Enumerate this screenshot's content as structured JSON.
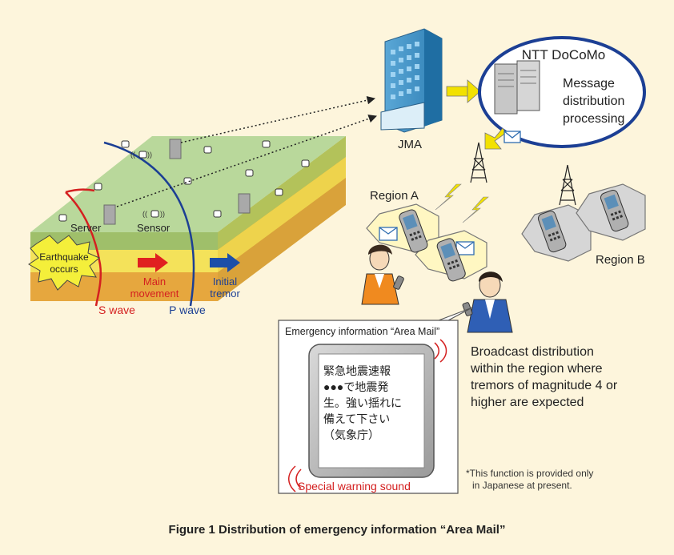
{
  "diagram": {
    "caption": "Figure 1  Distribution of emergency information “Area Mail”",
    "terrain": {
      "earthquake_label_1": "Earthquake",
      "earthquake_label_2": "occurs",
      "server_label": "Server",
      "sensor_label": "Sensor",
      "main_movement_1": "Main",
      "main_movement_2": "movement",
      "initial_tremor_1": "Initial",
      "initial_tremor_2": "tremor",
      "s_wave_label": "S wave",
      "p_wave_label": "P wave"
    },
    "jma_label": "JMA",
    "docomo": {
      "title": "NTT DoCoMo",
      "line1": "Message",
      "line2": "distribution",
      "line3": "processing"
    },
    "region_a_label": "Region A",
    "region_b_label": "Region B",
    "phone_screen": {
      "header": "Emergency information “Area Mail”",
      "line1": "緊急地震速報",
      "line2": "●●●で地震発",
      "line3": "生。強い揺れに",
      "line4": "備えて下さい",
      "line5": "（気象庁）",
      "warning_sound": "Special warning sound"
    },
    "broadcast": {
      "line1": "Broadcast distribution",
      "line2": "within the region where",
      "line3": "tremors of magnitude 4 or",
      "line4": "higher are expected"
    },
    "footnote": {
      "line1": "*This function is provided only",
      "line2": "in Japanese at present."
    },
    "colors": {
      "panel": "#fdf5dc",
      "s_wave": "#d42020",
      "p_wave": "#1c3f94",
      "cloud_border": "#1c3f94",
      "terrain_top": "#b9d89b",
      "arrow_yellow": "#f2e100"
    }
  }
}
